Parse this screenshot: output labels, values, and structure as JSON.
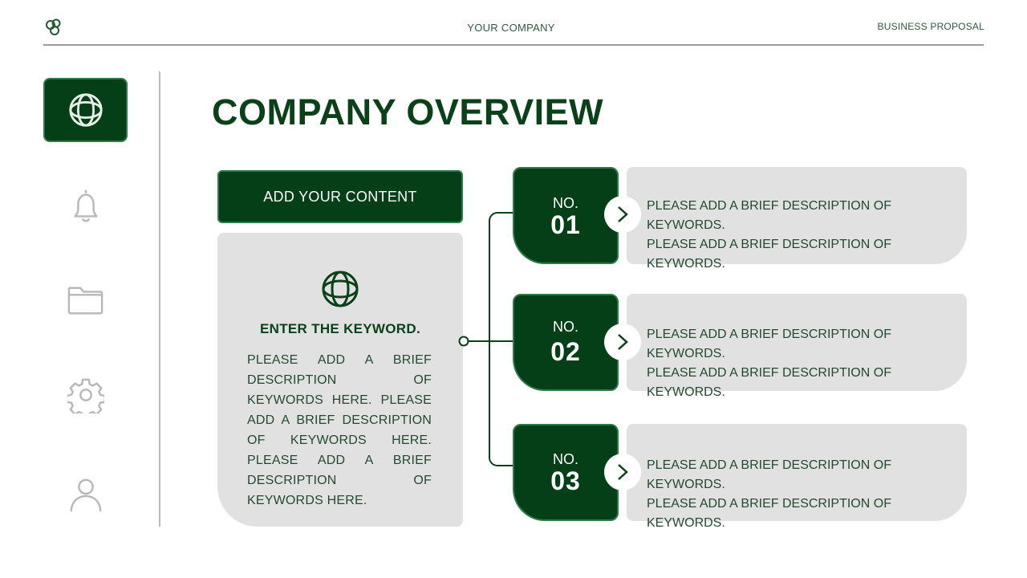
{
  "header": {
    "logo_icon": "trefoil-circles-icon",
    "company": "YOUR COMPANY",
    "right_label": "BUSINESS PROPOSAL"
  },
  "sidebar": {
    "items": [
      {
        "icon": "globe-icon",
        "active": true
      },
      {
        "icon": "bell-icon",
        "active": false
      },
      {
        "icon": "folder-icon",
        "active": false
      },
      {
        "icon": "gear-icon",
        "active": false
      },
      {
        "icon": "user-icon",
        "active": false
      }
    ]
  },
  "main": {
    "title": "COMPANY OVERVIEW",
    "add_button_label": "ADD YOUR CONTENT",
    "keyword_card": {
      "icon": "globe-icon",
      "title": "ENTER THE KEYWORD.",
      "body": "PLEASE ADD A BRIEF DESCRIPTION OF KEYWORDS HERE. PLEASE ADD A BRIEF DESCRIPTION OF KEYWORDS HERE. PLEASE ADD A BRIEF DESCRIPTION OF KEYWORDS HERE."
    },
    "items": [
      {
        "no_label": "NO.",
        "number": "01",
        "line1": "PLEASE ADD A BRIEF DESCRIPTION OF KEYWORDS.",
        "line2": "PLEASE ADD A BRIEF DESCRIPTION OF KEYWORDS."
      },
      {
        "no_label": "NO.",
        "number": "02",
        "line1": "PLEASE ADD A BRIEF DESCRIPTION OF KEYWORDS.",
        "line2": "PLEASE ADD A BRIEF DESCRIPTION OF KEYWORDS."
      },
      {
        "no_label": "NO.",
        "number": "03",
        "line1": "PLEASE ADD A BRIEF DESCRIPTION OF KEYWORDS.",
        "line2": "PLEASE ADD A BRIEF DESCRIPTION OF KEYWORDS."
      }
    ]
  },
  "colors": {
    "primary_green": "#053f17",
    "border_green": "#2c7a45",
    "card_gray": "#e1e1e1",
    "icon_gray": "#b5b8b6",
    "text_green": "#0b4119"
  }
}
